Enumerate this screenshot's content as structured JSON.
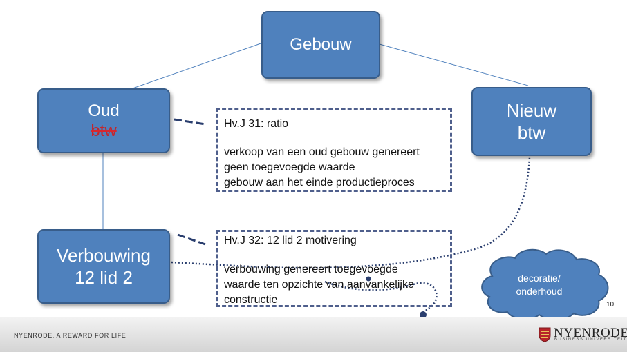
{
  "nodes": {
    "gebouw": {
      "label": "Gebouw"
    },
    "oud": {
      "line1": "Oud",
      "line2": "btw"
    },
    "nieuw": {
      "line1": "Nieuw",
      "line2": "btw"
    },
    "verbouwing": {
      "line1": "Verbouwing",
      "line2": "12 lid 2"
    }
  },
  "notes": {
    "hvj31": {
      "heading": "Hv.J 31: ratio",
      "lines": [
        "verkoop van een oud gebouw genereert",
        "geen toegevoegde waarde",
        "gebouw aan het einde productieproces"
      ]
    },
    "hvj32": {
      "heading": "Hv.J 32: 12 lid 2 motivering",
      "lines": [
        "verbouwing genereert toegevoegde",
        "waarde ten opzichte van aanvankelijke",
        "constructie"
      ]
    }
  },
  "cloud": {
    "line1": "decoratie/",
    "line2": "onderhoud"
  },
  "footer": {
    "tagline": "NYENRODE. A REWARD FOR LIFE",
    "logo_name": "NYENRODE",
    "logo_sub": "BUSINESS UNIVERSITEIT",
    "page_number": "10"
  },
  "colors": {
    "box_fill": "#4f81bd",
    "box_border": "#385d8a",
    "connector": "#4f81bd",
    "dash": "#4f5f8c",
    "strike": "#d8272f"
  }
}
